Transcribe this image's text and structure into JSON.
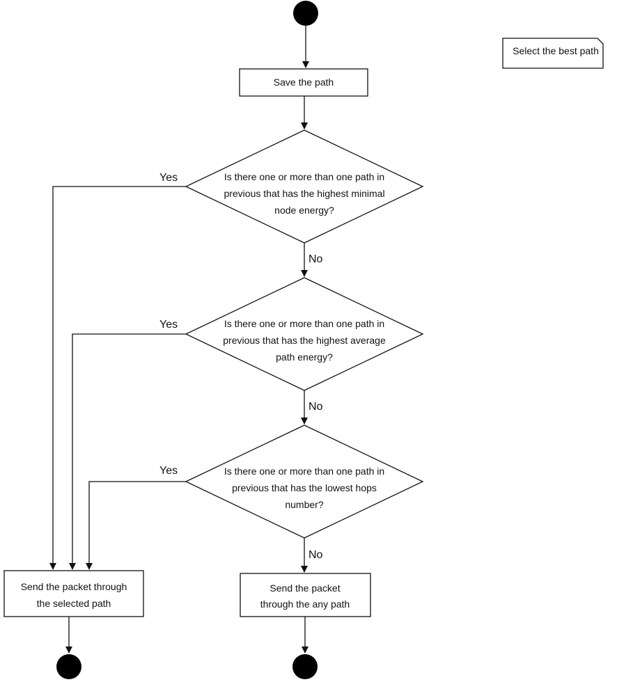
{
  "title_box": "Select the best path",
  "nodes": {
    "save_path": "Save the path",
    "decision_1": [
      "Is there one or more than one path in",
      "previous that has the highest minimal",
      "node energy?"
    ],
    "decision_2": [
      "Is there one or more than one path in",
      "previous that has the highest average",
      "path energy?"
    ],
    "decision_3": [
      "Is there one or more than one path in",
      "previous that has the lowest hops",
      "number?"
    ],
    "send_selected": [
      "Send the packet through",
      "the selected path"
    ],
    "send_any": [
      "Send the packet",
      "through the any path"
    ]
  },
  "labels": {
    "yes_1": "Yes",
    "yes_2": "Yes",
    "yes_3": "Yes",
    "no_1": "No",
    "no_2": "No",
    "no_3": "No"
  }
}
